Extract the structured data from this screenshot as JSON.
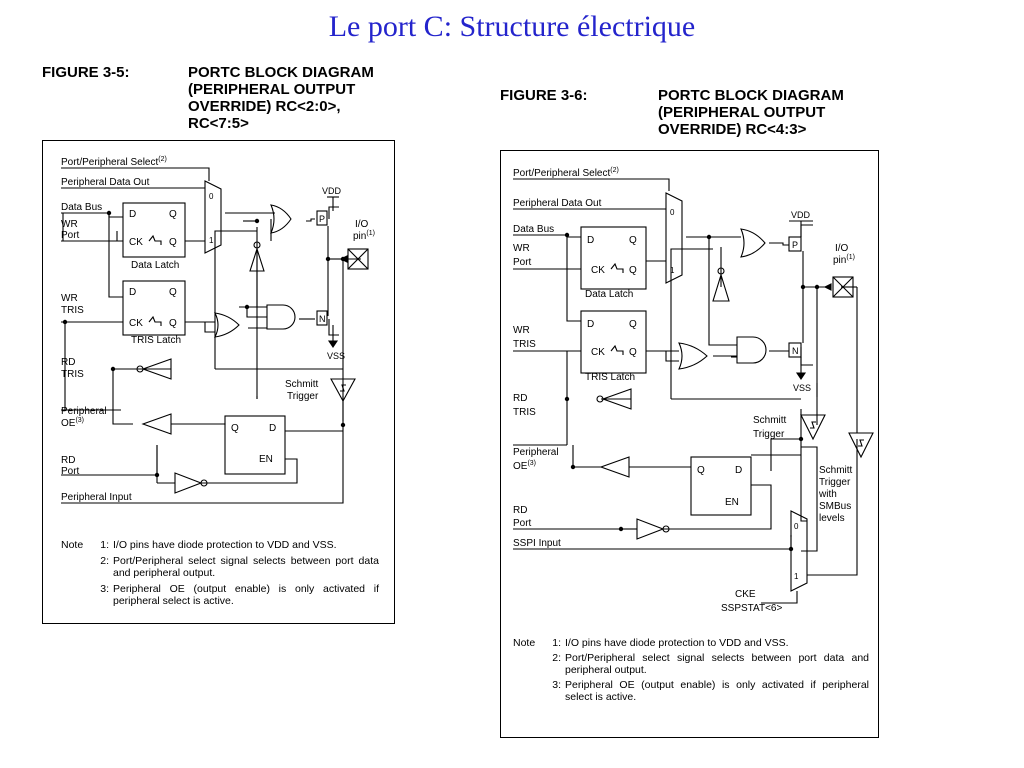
{
  "slide_title": "Le port C: Structure électrique",
  "figure_left": {
    "label": "FIGURE 3-5:",
    "title_lines": [
      "PORTC BLOCK DIAGRAM",
      "(PERIPHERAL OUTPUT",
      "OVERRIDE) RC<2:0>,",
      "RC<7:5>"
    ],
    "signals": {
      "port_select": "Port/Peripheral Select",
      "port_select_sup": "(2)",
      "periph_data_out": "Peripheral Data Out",
      "data_bus": "Data Bus",
      "wr_port_1": "WR",
      "wr_port_2": "Port",
      "wr_tris_1": "WR",
      "wr_tris_2": "TRIS",
      "rd_tris_1": "RD",
      "rd_tris_2": "TRIS",
      "periph_oe_1": "Peripheral",
      "periph_oe_2": "OE",
      "periph_oe_sup": "(3)",
      "rd_port_1": "RD",
      "rd_port_2": "Port",
      "periph_input": "Peripheral Input",
      "data_latch": "Data Latch",
      "tris_latch": "TRIS Latch",
      "d": "D",
      "q": "Q",
      "ck": "CK",
      "en": "EN",
      "vdd": "VDD",
      "vss": "VSS",
      "p": "P",
      "n": "N",
      "io_1": "I/O",
      "io_2": "pin",
      "io_sup": "(1)",
      "schmitt_1": "Schmitt",
      "schmitt_2": "Trigger",
      "mux_0": "0",
      "mux_1": "1"
    },
    "notes": {
      "heading": "Note",
      "items": [
        {
          "num": "1:",
          "text": "I/O pins have diode protection to VDD and VSS."
        },
        {
          "num": "2:",
          "text": "Port/Peripheral select signal selects between port data and peripheral output."
        },
        {
          "num": "3:",
          "text": "Peripheral OE (output enable) is only activated if peripheral select is active."
        }
      ]
    }
  },
  "figure_right": {
    "label": "FIGURE 3-6:",
    "title_lines": [
      "PORTC BLOCK DIAGRAM",
      "(PERIPHERAL OUTPUT",
      "OVERRIDE) RC<4:3>"
    ],
    "signals": {
      "port_select": "Port/Peripheral Select",
      "port_select_sup": "(2)",
      "periph_data_out": "Peripheral Data Out",
      "data_bus": "Data Bus",
      "wr_port_1": "WR",
      "wr_port_2": "Port",
      "wr_tris_1": "WR",
      "wr_tris_2": "TRIS",
      "rd_tris_1": "RD",
      "rd_tris_2": "TRIS",
      "periph_oe_1": "Peripheral",
      "periph_oe_2": "OE",
      "periph_oe_sup": "(3)",
      "rd_port_1": "RD",
      "rd_port_2": "Port",
      "sspi_input": "SSPI Input",
      "data_latch": "Data Latch",
      "tris_latch": "TRIS Latch",
      "d": "D",
      "q": "Q",
      "ck": "CK",
      "en": "EN",
      "vdd": "VDD",
      "vss": "VSS",
      "p": "P",
      "n": "N",
      "io_1": "I/O",
      "io_2": "pin",
      "io_sup": "(1)",
      "schmitt_1": "Schmitt",
      "schmitt_2": "Trigger",
      "smbus_1": "Schmitt",
      "smbus_2": "Trigger",
      "smbus_3": "with",
      "smbus_4": "SMBus",
      "smbus_5": "levels",
      "mux_0": "0",
      "mux_1": "1",
      "cke_1": "CKE",
      "cke_2": "SSPSTAT<6>"
    },
    "notes": {
      "heading": "Note",
      "items": [
        {
          "num": "1:",
          "text": "I/O pins have diode protection to VDD and VSS."
        },
        {
          "num": "2:",
          "text": "Port/Peripheral select signal selects between port data and peripheral output."
        },
        {
          "num": "3:",
          "text": "Peripheral OE (output enable) is only activated if peripheral select is active."
        }
      ]
    }
  }
}
